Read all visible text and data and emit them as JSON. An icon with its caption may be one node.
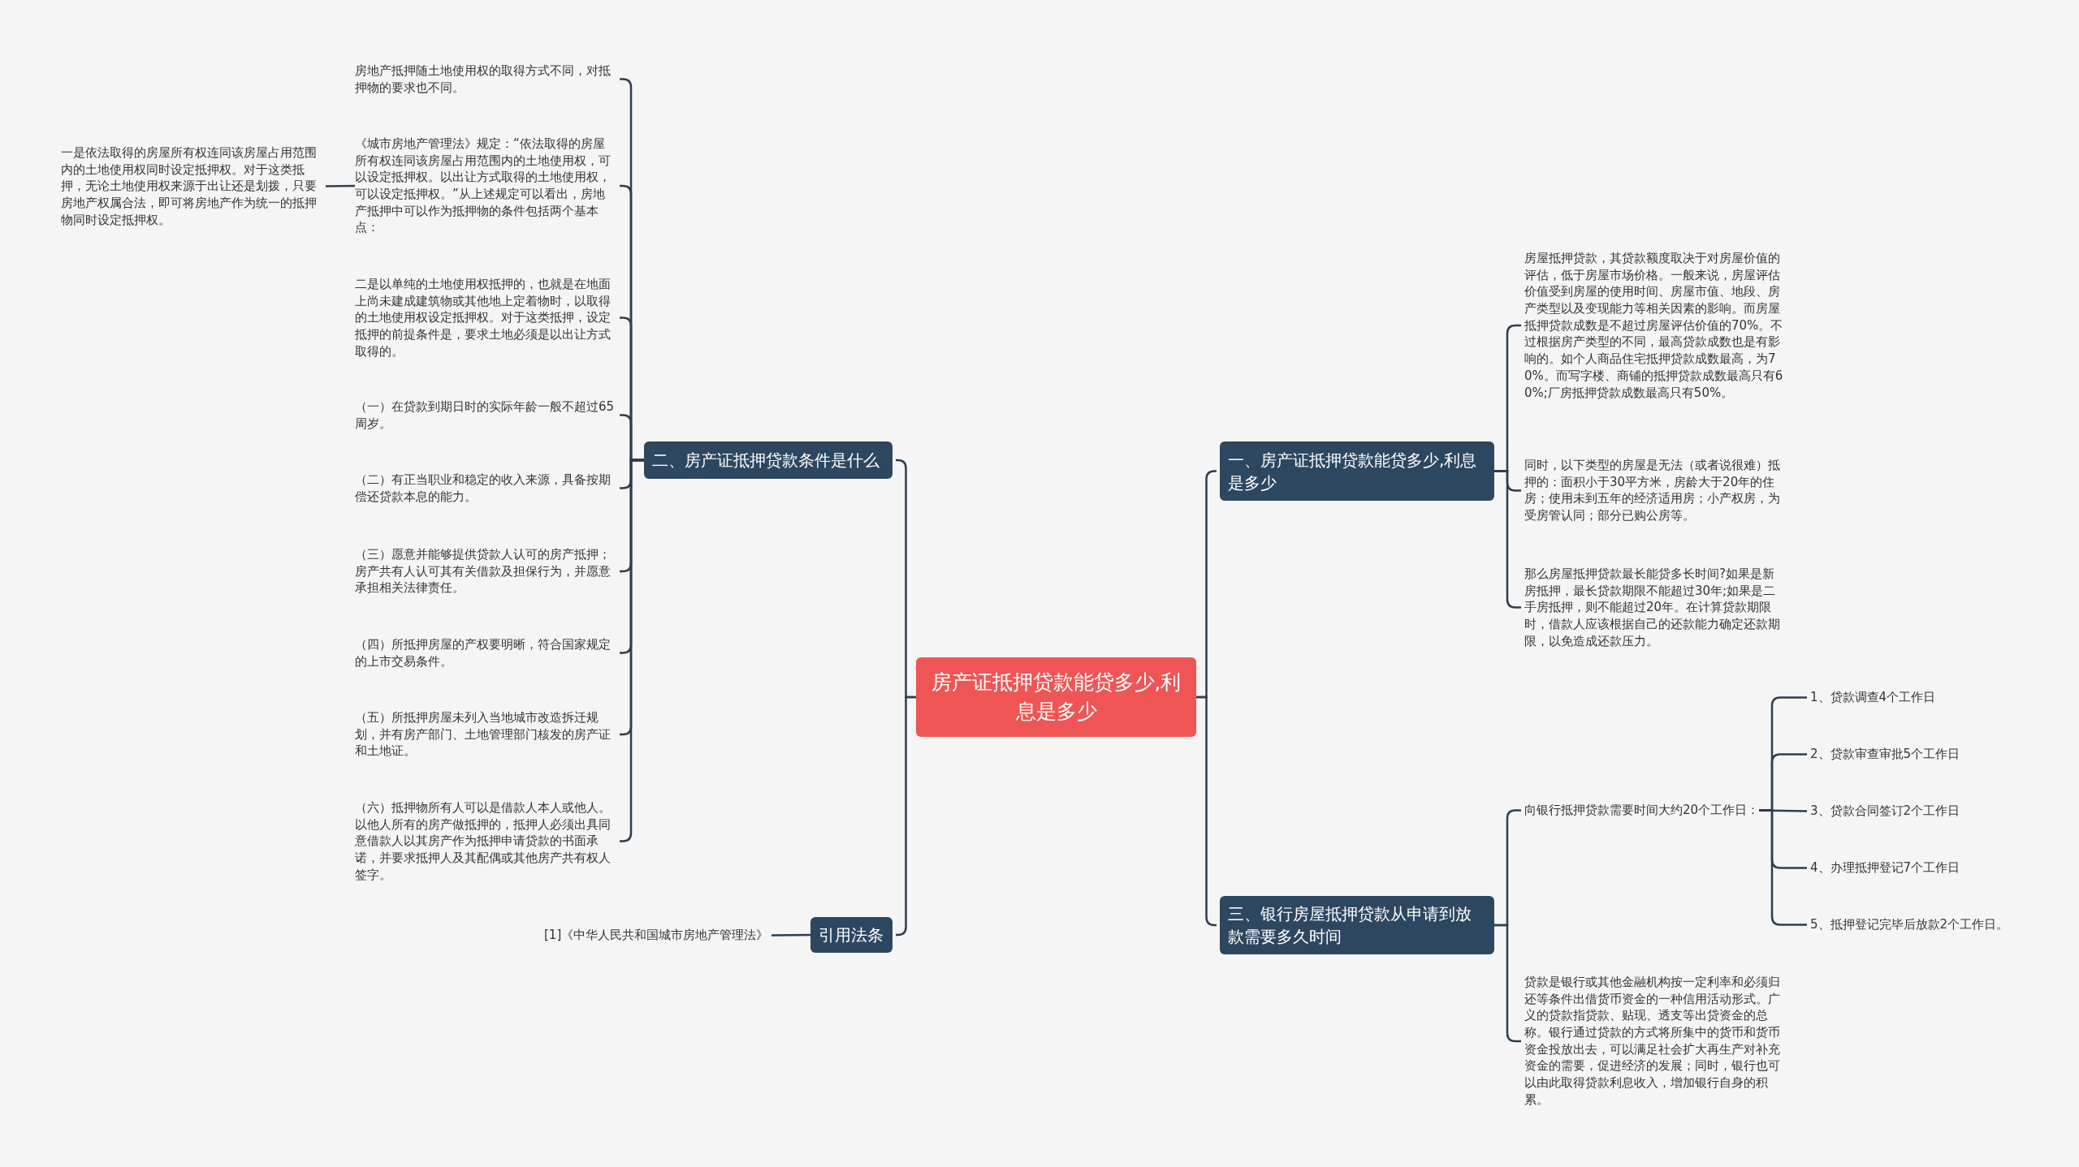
{
  "diagram": {
    "nodes": [
      {
        "text": [
          "房产证抵押贷款能贷多少,利息是多少"
        ]
      },
      {
        "text": [
          "一、房产证抵押贷款能贷多少,利息是多少"
        ]
      },
      {
        "text": [
          "房屋抵押贷款，其贷款额度取决于对房屋价值的评估，低于房屋市场价格。一般来说，房屋评估价值受到房屋的使用时间、房屋市值、地段、房产类型以及变现能力等相关因素的影响。而房屋抵押贷款成数是不超过房屋评估价值的70%。不过根据房产类型的不同，最高贷款成数也是有影响的。如个人商品住宅抵押贷款成数最高，为70%。而写字楼、商铺的抵押贷款成数最高只有60%;厂房抵押贷款成数最高只有50%。"
        ]
      },
      {
        "text": [
          "同时，以下类型的房屋是无法（或者说很难）抵押的：面积小于30平方米，房龄大于20年的住房；使用未到五年的经济适用房；小产权房，为受房管认同；部分已购公房等。"
        ]
      },
      {
        "text": [
          "那么房屋抵押贷款最长能贷多长时间?如果是新房抵押，最长贷款期限不能超过30年;如果是二手房抵押，则不能超过20年。在计算贷款期限时，借款人应该根据自己的还款能力确定还款期限，以免造成还款压力。"
        ]
      },
      {
        "text": [
          "三、银行房屋抵押贷款从申请到放款需要多久时间"
        ]
      },
      {
        "text": [
          "向银行抵押贷款需要时间大约20个工作日："
        ]
      },
      {
        "text": [
          "1、贷款调查4个工作日"
        ]
      },
      {
        "text": [
          "2、贷款审查审批5个工作日"
        ]
      },
      {
        "text": [
          "3、贷款合同签订2个工作日"
        ]
      },
      {
        "text": [
          "4、办理抵押登记7个工作日"
        ]
      },
      {
        "text": [
          "5、抵押登记完毕后放款2个工作日。"
        ]
      },
      {
        "text": [
          "贷款是银行或其他金融机构按一定利率和必须归还等条件出借货币资金的一种信用活动形式。广义的贷款指贷款、贴现、透支等出贷资金的总称。银行通过贷款的方式将所集中的货币和货币资金投放出去，可以满足社会扩大再生产对补充资金的需要，促进经济的发展；同时，银行也可以由此取得贷款利息收入，增加银行自身的积累。"
        ]
      },
      {
        "text": [
          "二、房产证抵押贷款条件是什么"
        ]
      },
      {
        "text": [
          "房地产抵押随土地使用权的取得方式不同，对抵押物的要求也不同。"
        ]
      },
      {
        "text": [
          "《城市房地产管理法》规定：“依法取得的房屋所有权连同该房屋占用范围内的土地使用权，可以设定抵押权。以出让方式取得的土地使用权，可以设定抵押权。”从上述规定可以看出，房地产抵押中可以作为抵押物的条件包括两个基本点："
        ]
      },
      {
        "text": [
          "一是依法取得的房屋所有权连同该房屋占用范围内的土地使用权同时设定抵押权。对于这类抵押，无论土地使用权来源于出让还是划拨，只要房地产权属合法，即可将房地产作为统一的抵押物同时设定抵押权。"
        ]
      },
      {
        "text": [
          "二是以单纯的土地使用权抵押的，也就是在地面上尚未建成建筑物或其他地上定着物时，以取得的土地使用权设定抵押权。对于这类抵押，设定抵押的前提条件是，要求土地必须是以出让方式取得的。"
        ]
      },
      {
        "text": [
          "（一）在贷款到期日时的实际年龄一般不超过65周岁。"
        ]
      },
      {
        "text": [
          "（二）有正当职业和稳定的收入来源，具备按期偿还贷款本息的能力。"
        ]
      },
      {
        "text": [
          "（三）愿意并能够提供贷款人认可的房产抵押；房产共有人认可其有关借款及担保行为，并愿意承担相关法律责任。"
        ]
      },
      {
        "text": [
          "（四）所抵押房屋的产权要明晰，符合国家规定的上市交易条件。"
        ]
      },
      {
        "text": [
          "（五）所抵押房屋未列入当地城市改造拆迁规划，并有房产部门、土地管理部门核发的房产证和土地证。"
        ]
      },
      {
        "text": [
          "（六）抵押物所有人可以是借款人本人或他人。以他人所有的房产做抵押的，抵押人必须出具同意借款人以其房产作为抵押申请贷款的书面承诺，并要求抵押人及其配偶或其他房产共有权人签字。"
        ]
      },
      {
        "text": [
          "引用法条"
        ]
      },
      {
        "text": [
          "[1]《中华人民共和国城市房地产管理法》"
        ]
      }
    ],
    "edges": [
      {
        "from": 0,
        "to": 1,
        "arrow": "none"
      },
      {
        "from": 1,
        "to": 2,
        "arrow": "none"
      },
      {
        "from": 1,
        "to": 3,
        "arrow": "none"
      },
      {
        "from": 1,
        "to": 4,
        "arrow": "none"
      },
      {
        "from": 0,
        "to": 5,
        "arrow": "none"
      },
      {
        "from": 5,
        "to": 6,
        "arrow": "none"
      },
      {
        "from": 6,
        "to": 7,
        "arrow": "none"
      },
      {
        "from": 6,
        "to": 8,
        "arrow": "none"
      },
      {
        "from": 6,
        "to": 9,
        "arrow": "none"
      },
      {
        "from": 6,
        "to": 10,
        "arrow": "none"
      },
      {
        "from": 6,
        "to": 11,
        "arrow": "none"
      },
      {
        "from": 5,
        "to": 12,
        "arrow": "none"
      },
      {
        "from": 0,
        "to": 13,
        "arrow": "none"
      },
      {
        "from": 13,
        "to": 14,
        "arrow": "none"
      },
      {
        "from": 13,
        "to": 15,
        "arrow": "none"
      },
      {
        "from": 15,
        "to": 16,
        "arrow": "none"
      },
      {
        "from": 13,
        "to": 17,
        "arrow": "none"
      },
      {
        "from": 13,
        "to": 18,
        "arrow": "none"
      },
      {
        "from": 13,
        "to": 19,
        "arrow": "none"
      },
      {
        "from": 13,
        "to": 20,
        "arrow": "none"
      },
      {
        "from": 13,
        "to": 21,
        "arrow": "none"
      },
      {
        "from": 13,
        "to": 22,
        "arrow": "none"
      },
      {
        "from": 13,
        "to": 23,
        "arrow": "none"
      },
      {
        "from": 0,
        "to": 24,
        "arrow": "none"
      },
      {
        "from": 24,
        "to": 25,
        "arrow": "none"
      }
    ]
  }
}
